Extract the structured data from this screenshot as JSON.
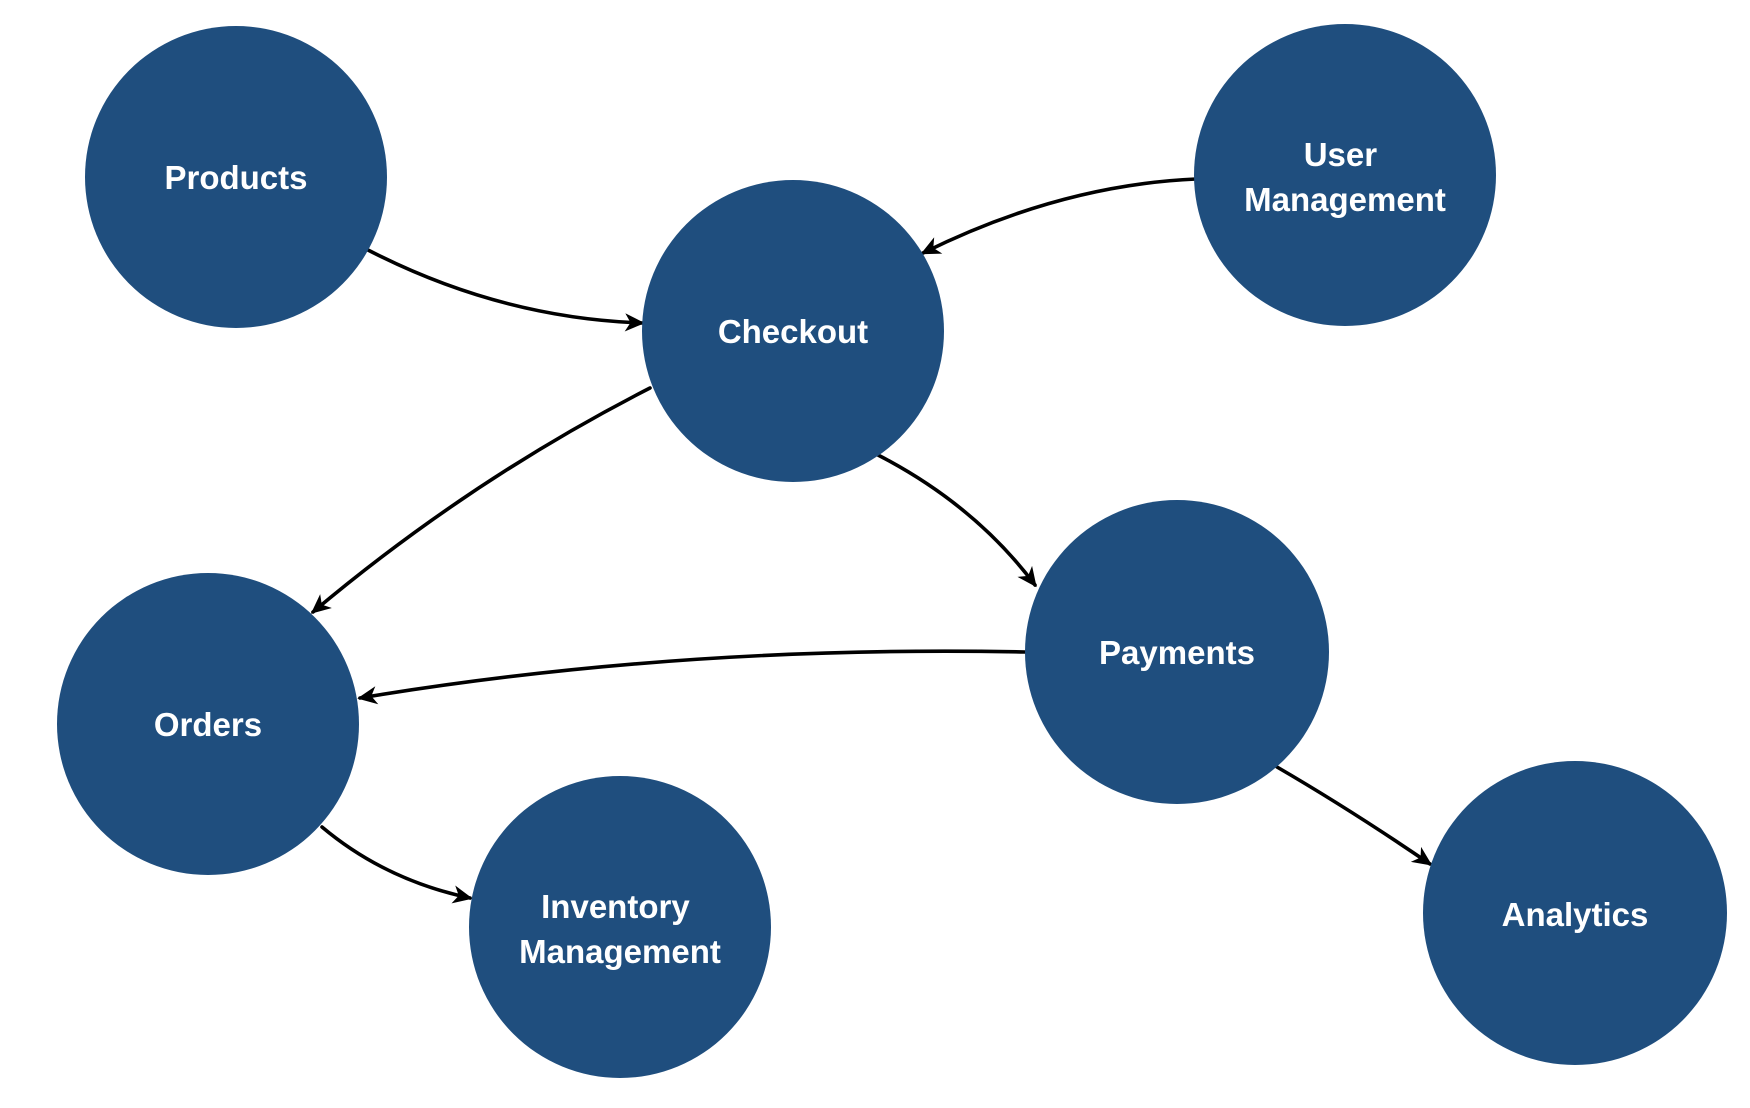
{
  "diagram": {
    "background_color": "#ffffff",
    "node_fill": "#1f4e7e",
    "node_label_color": "#ffffff",
    "edge_color": "#000000",
    "nodes": [
      {
        "id": "products",
        "lines": [
          "Products"
        ]
      },
      {
        "id": "user-management",
        "lines": [
          "User",
          "Management"
        ]
      },
      {
        "id": "checkout",
        "lines": [
          "Checkout"
        ]
      },
      {
        "id": "payments",
        "lines": [
          "Payments"
        ]
      },
      {
        "id": "orders",
        "lines": [
          "Orders"
        ]
      },
      {
        "id": "inventory-management",
        "lines": [
          "Inventory",
          "Management"
        ]
      },
      {
        "id": "analytics",
        "lines": [
          "Analytics"
        ]
      }
    ],
    "edges": [
      {
        "from": "products",
        "to": "checkout"
      },
      {
        "from": "user-management",
        "to": "checkout"
      },
      {
        "from": "checkout",
        "to": "orders"
      },
      {
        "from": "checkout",
        "to": "payments"
      },
      {
        "from": "payments",
        "to": "orders"
      },
      {
        "from": "orders",
        "to": "inventory-management"
      },
      {
        "from": "payments",
        "to": "analytics"
      }
    ]
  }
}
